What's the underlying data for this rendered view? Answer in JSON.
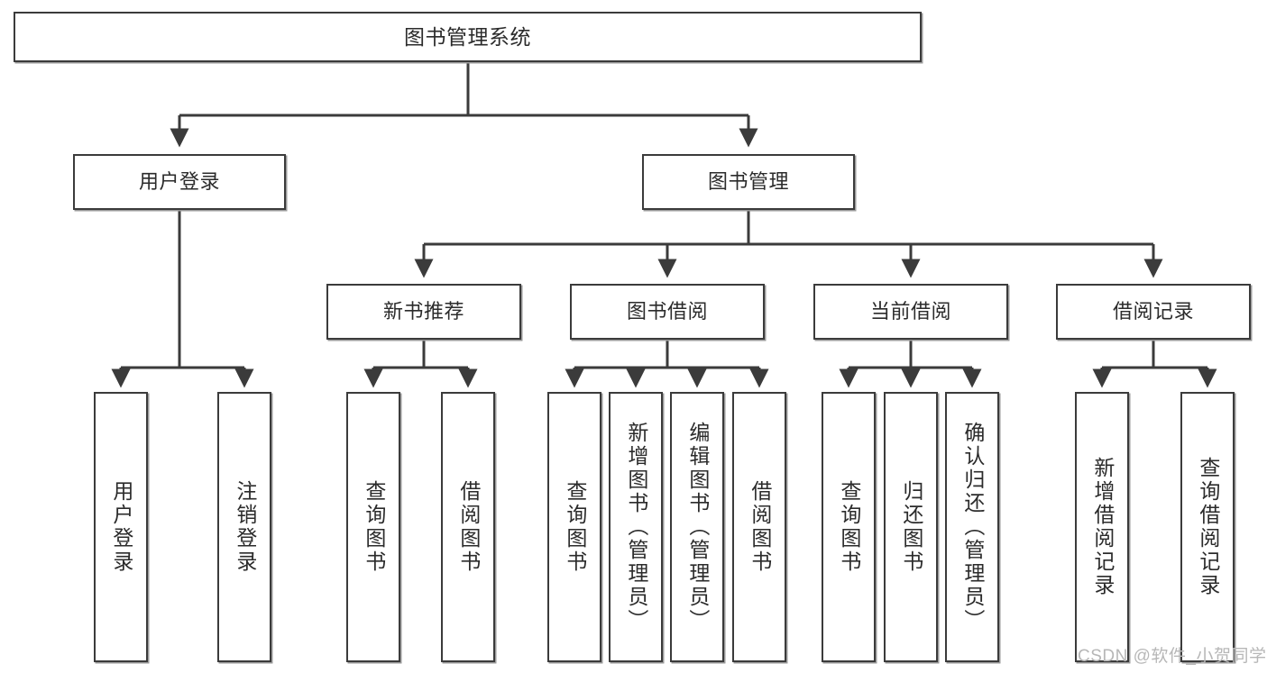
{
  "diagram": {
    "title": "图书管理系统",
    "watermark": "CSDN @软件_小贺同学",
    "root": {
      "label": "图书管理系统"
    },
    "level2": [
      {
        "id": "user-login",
        "label": "用户登录"
      },
      {
        "id": "book-manage",
        "label": "图书管理"
      }
    ],
    "level3": [
      {
        "id": "new-book-recommend",
        "label": "新书推荐"
      },
      {
        "id": "book-borrow",
        "label": "图书借阅"
      },
      {
        "id": "current-borrow",
        "label": "当前借阅"
      },
      {
        "id": "borrow-record",
        "label": "借阅记录"
      }
    ],
    "leaves": [
      {
        "id": "leaf-user-login",
        "label": "用户登录"
      },
      {
        "id": "leaf-logout-login",
        "label": "注销登录"
      },
      {
        "id": "leaf-query-book-1",
        "label": "查询图书"
      },
      {
        "id": "leaf-borrow-book-1",
        "label": "借阅图书"
      },
      {
        "id": "leaf-query-book-2",
        "label": "查询图书"
      },
      {
        "id": "leaf-add-book",
        "label": "新增图书（管理员）"
      },
      {
        "id": "leaf-edit-book",
        "label": "编辑图书（管理员）"
      },
      {
        "id": "leaf-borrow-book-2",
        "label": "借阅图书"
      },
      {
        "id": "leaf-query-book-3",
        "label": "查询图书"
      },
      {
        "id": "leaf-return-book",
        "label": "归还图书"
      },
      {
        "id": "leaf-confirm-return",
        "label": "确认归还（管理员）"
      },
      {
        "id": "leaf-add-record",
        "label": "新增借阅记录"
      },
      {
        "id": "leaf-query-record",
        "label": "查询借阅记录"
      }
    ],
    "colors": {
      "border": "#3b3b3b",
      "shadow": "#9a9a9a",
      "text": "#2b2b2b",
      "background": "#ffffff",
      "watermark": "#b7b7b7"
    }
  }
}
